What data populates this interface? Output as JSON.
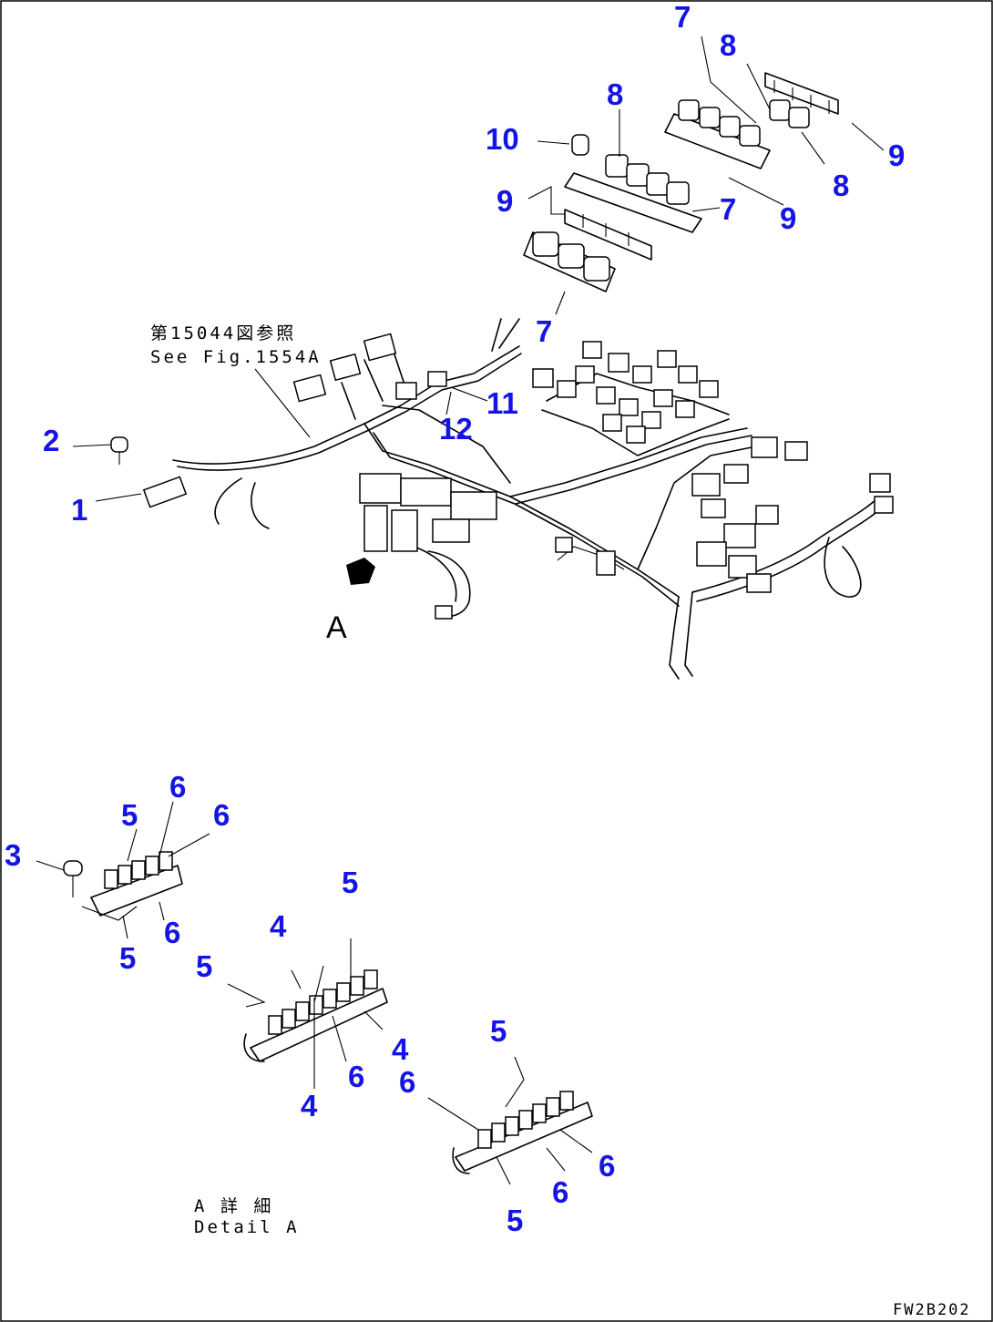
{
  "notes": {
    "ref_jp": "第15044図参照",
    "ref_en": "See Fig.1554A",
    "view_label": "A",
    "detail_jp": "A 詳 細",
    "detail_en": "Detail A",
    "drawing_code": "FW2B202"
  },
  "callouts": {
    "c1": "1",
    "c2": "2",
    "c3": "3",
    "c4a": "4",
    "c4b": "4",
    "c4c": "4",
    "c5a": "5",
    "c5b": "5",
    "c5c": "5",
    "c5d": "5",
    "c5e": "5",
    "c5f": "5",
    "c6a": "6",
    "c6b": "6",
    "c6c": "6",
    "c6d": "6",
    "c6e": "6",
    "c6f": "6",
    "c6g": "6",
    "c7a": "7",
    "c7b": "7",
    "c7c": "7",
    "c8a": "8",
    "c8b": "8",
    "c8c": "8",
    "c9a": "9",
    "c9b": "9",
    "c9c": "9",
    "c10": "10",
    "c11": "11",
    "c12": "12"
  },
  "colors": {
    "callout": "#1414e6",
    "line": "#000000",
    "background": "#ffffff"
  }
}
